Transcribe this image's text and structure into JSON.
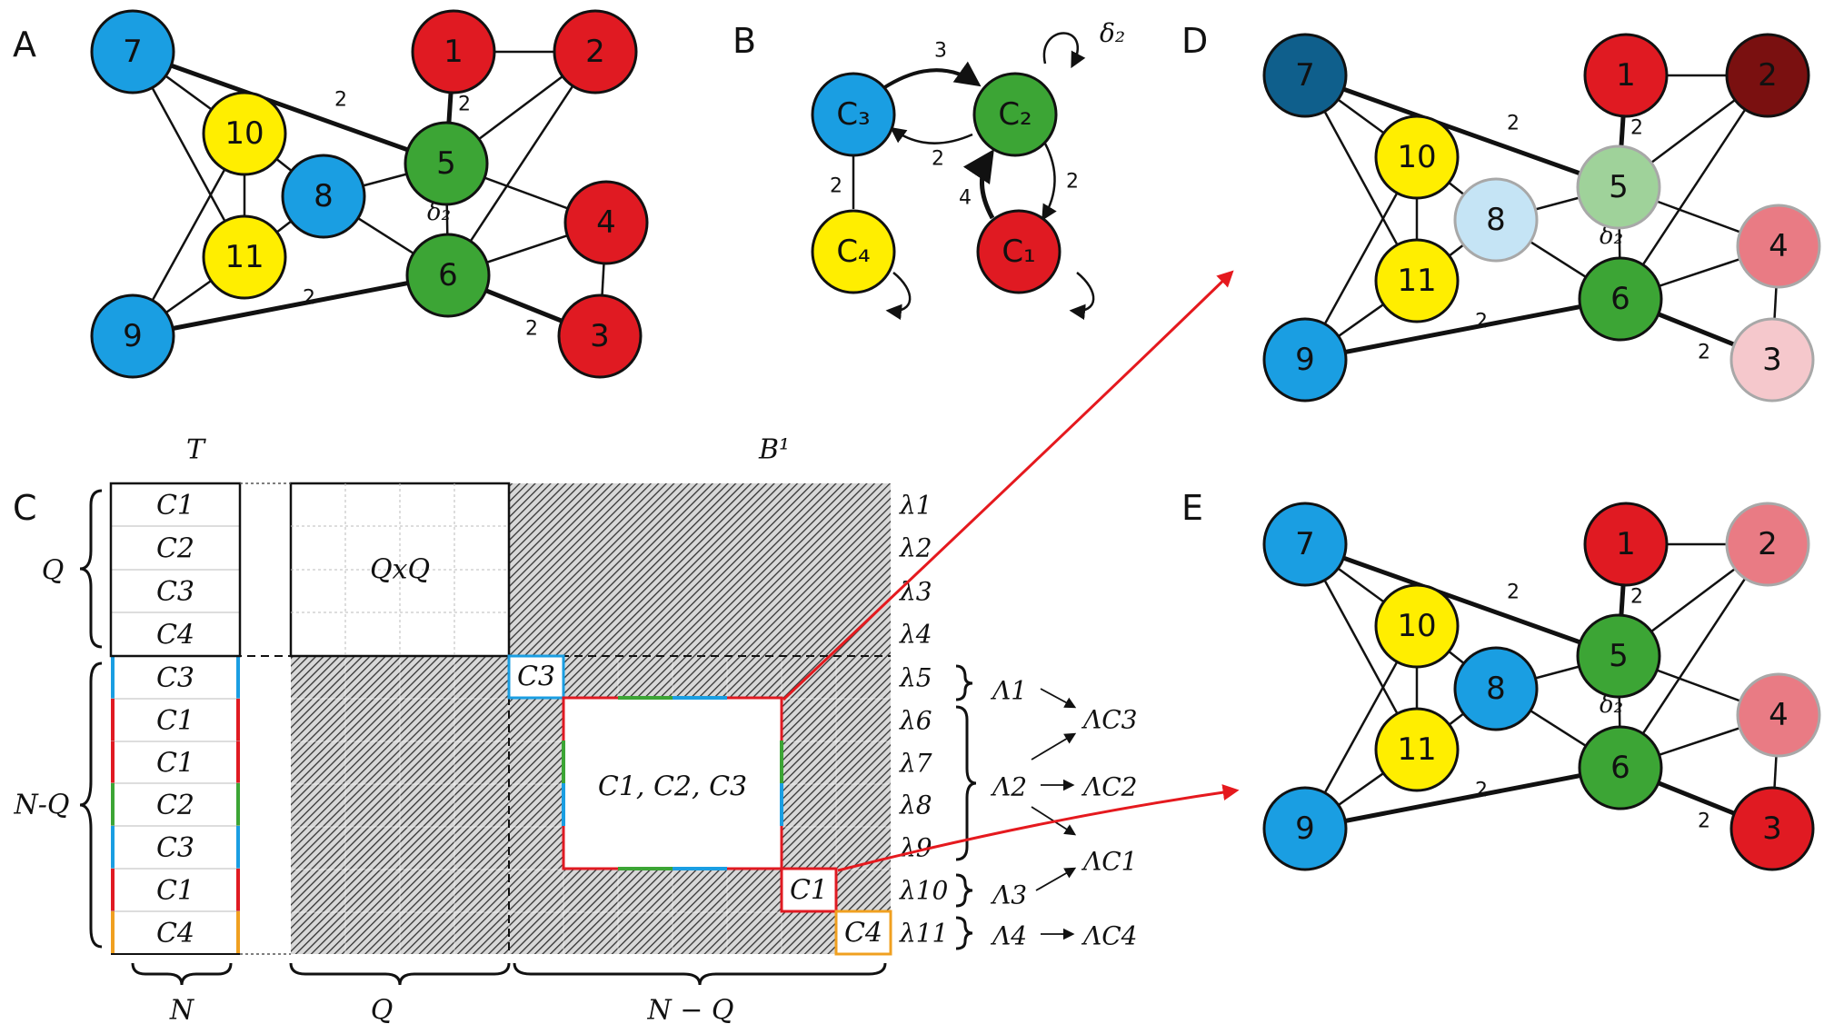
{
  "panel_labels": {
    "a": "A",
    "b": "B",
    "c": "C",
    "d": "D",
    "e": "E"
  },
  "colors": {
    "blue": "#1a9ee2",
    "red": "#e01a22",
    "green": "#3ca535",
    "yellow": "#ffee00",
    "dark_blue": "#0f5f8c",
    "dark_red": "#7a1010",
    "light_green": "#9fd29a",
    "light_blue": "#c5e4f5",
    "pink": "#e97b84",
    "light_pink": "#f5c8cc",
    "border_gray": "#a8a8a8",
    "arrow_red": "#e5191e",
    "orange": "#f0a020"
  },
  "network": {
    "node_labels": [
      "1",
      "2",
      "3",
      "4",
      "5",
      "6",
      "7",
      "8",
      "9",
      "10",
      "11"
    ],
    "edge_weight_label": "2",
    "self_loop_label": "δ₂"
  },
  "community_graph": {
    "nodes": [
      "C₃",
      "C₂",
      "C₁",
      "C₄"
    ],
    "edge_weights": [
      "3",
      "2",
      "2",
      "4",
      "2"
    ],
    "self_loop_label": "δ₂"
  },
  "matrix": {
    "t_label": "T",
    "b_label": "B¹",
    "t_rows": [
      "C1",
      "C2",
      "C3",
      "C4",
      "C3",
      "C1",
      "C1",
      "C2",
      "C3",
      "C1",
      "C4"
    ],
    "qxq_label": "QxQ",
    "block_label": "C1, C2, C3",
    "small_block_c3": "C3",
    "small_block_c1": "C1",
    "small_block_c4": "C4",
    "lambdas": [
      "λ1",
      "λ2",
      "λ3",
      "λ4",
      "λ5",
      "λ6",
      "λ7",
      "λ8",
      "λ9",
      "λ10",
      "λ11"
    ],
    "cap_lambdas": [
      "Λ1",
      "Λ2",
      "Λ3",
      "Λ4"
    ],
    "cap_lambda_c": [
      "ΛC3",
      "ΛC2",
      "ΛC1",
      "ΛC4"
    ],
    "brace_q": "Q",
    "brace_nq": "N-Q",
    "bottom_n": "N",
    "bottom_q": "Q",
    "bottom_nq": "N − Q"
  }
}
